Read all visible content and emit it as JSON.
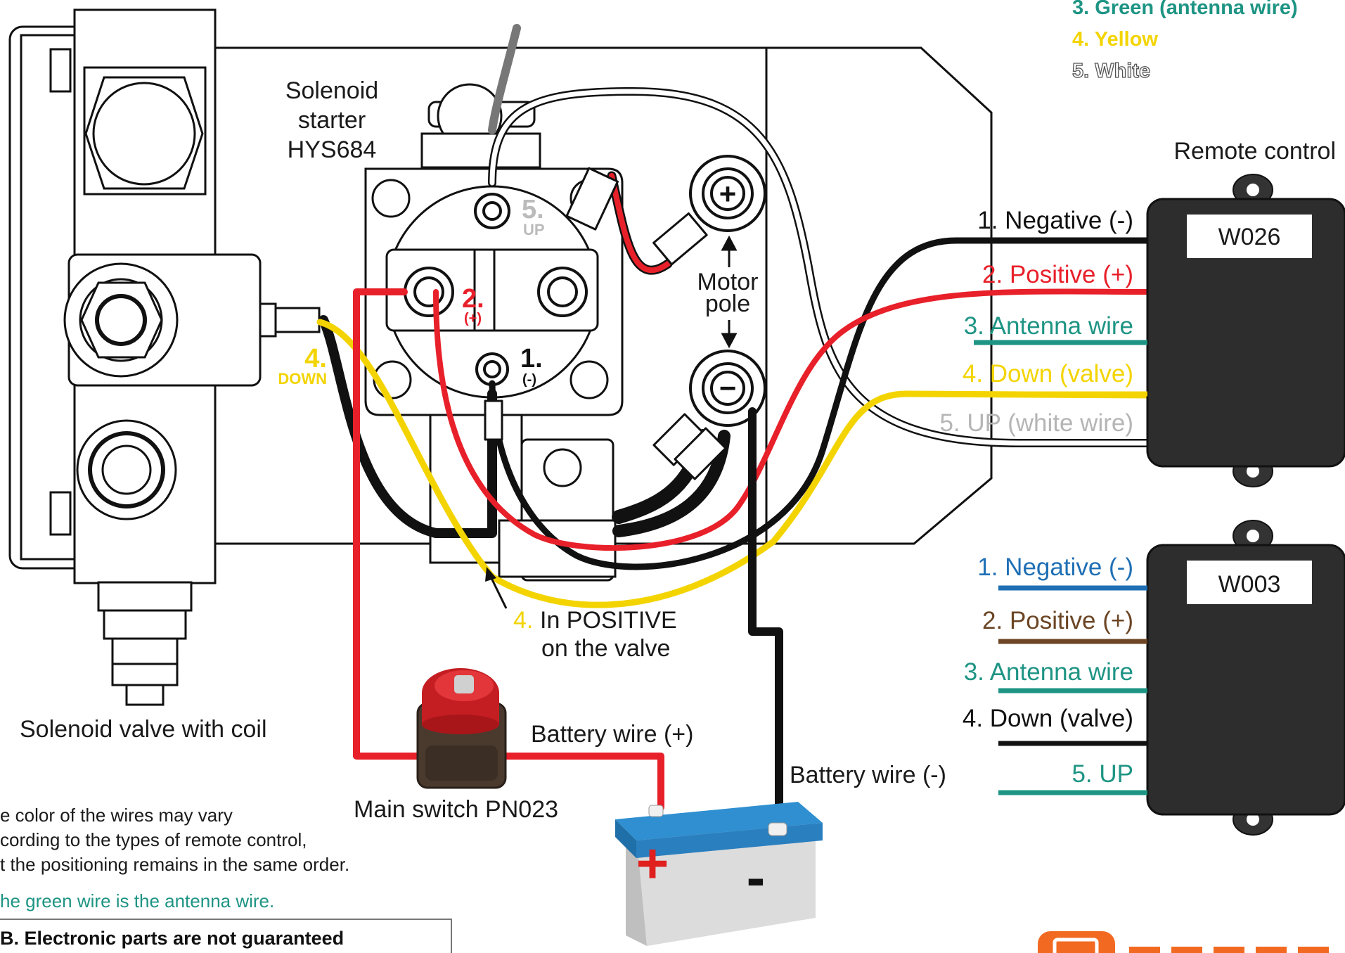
{
  "legend": {
    "green": "3. Green (antenna wire)",
    "yellow": "4. Yellow",
    "white": "5. White"
  },
  "solenoid_starter": {
    "line1": "Solenoid",
    "line2": "starter",
    "line3": "HYS684"
  },
  "terminals": {
    "up_num": "5.",
    "up_text": "UP",
    "pos_num": "2.",
    "pos_text": "(+)",
    "neg_num": "1.",
    "neg_text": "(-)",
    "down_num": "4.",
    "down_text": "DOWN",
    "plus_symbol": "+",
    "minus_symbol": "−"
  },
  "motor_pole": {
    "line1": "Motor",
    "line2": "pole"
  },
  "remote_title": "Remote control",
  "remote_w026": {
    "name": "W026",
    "wires": [
      {
        "label": "1. Negative (-)",
        "color": "#111111"
      },
      {
        "label": "2. Positive (+)",
        "color": "#e8202a"
      },
      {
        "label": "3. Antenna wire",
        "color": "#1e9484"
      },
      {
        "label": "4. Down (valve)",
        "color": "#f3d400"
      },
      {
        "label": "5. UP (white wire)",
        "color": "#b5b5b5"
      }
    ]
  },
  "remote_w003": {
    "name": "W003",
    "wires": [
      {
        "label": "1. Negative (-)",
        "color": "#1f6fb5"
      },
      {
        "label": "2. Positive (+)",
        "color": "#6b4524"
      },
      {
        "label": "3. Antenna wire",
        "color": "#1e9484"
      },
      {
        "label": "4. Down (valve)",
        "color": "#111111"
      },
      {
        "label": "5. UP",
        "color": "#1e9484"
      }
    ]
  },
  "valve_note": {
    "num": "4.",
    "line1": "In POSITIVE",
    "line2": "on the valve"
  },
  "solenoid_valve_label": "Solenoid valve with coil",
  "main_switch_label": "Main switch PN023",
  "battery_pos_label": "Battery wire (+)",
  "battery_neg_label": "Battery wire (-)",
  "battery_symbols": {
    "plus": "+",
    "minus": "-"
  },
  "notes": {
    "line1": "e color of the wires may vary",
    "line2": "cording to the types of remote control,",
    "line3": "t the positioning remains in the same order.",
    "green_note": "he green wire is the antenna wire.",
    "warning": "B. Electronic parts are not guaranteed"
  },
  "colors": {
    "red": "#e8202a",
    "black": "#111111",
    "yellow": "#f3d400",
    "green": "#1e9484",
    "white_wire": "#b5b5b5",
    "battery_blue": "#2f8fd0",
    "brand_orange": "#f26a21"
  }
}
